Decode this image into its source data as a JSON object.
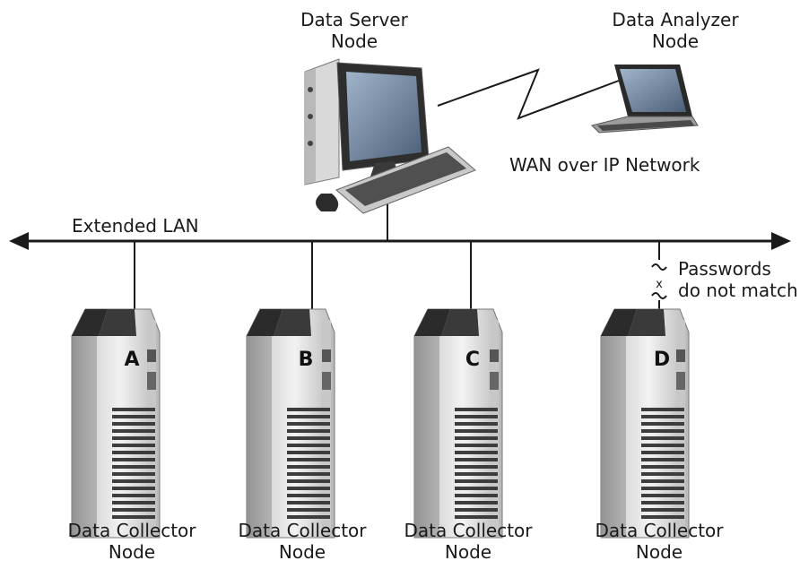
{
  "server_node": {
    "line1": "Data Server",
    "line2": "Node"
  },
  "analyzer_node": {
    "line1": "Data Analyzer",
    "line2": "Node"
  },
  "wan_label": "WAN over IP Network",
  "lan_label": "Extended LAN",
  "password_note": {
    "line1": "Passwords",
    "line2": "do not match",
    "break_mark": "x"
  },
  "collectors": [
    {
      "letter": "A",
      "line1": "Data Collector",
      "line2": "Node"
    },
    {
      "letter": "B",
      "line1": "Data Collector",
      "line2": "Node"
    },
    {
      "letter": "C",
      "line1": "Data Collector",
      "line2": "Node"
    },
    {
      "letter": "D",
      "line1": "Data Collector",
      "line2": "Node"
    }
  ],
  "colors": {
    "line": "#1a1a1a",
    "case": "#e3e3e3",
    "case_dark": "#2b2b2b",
    "screen": "#7a8fa8"
  }
}
